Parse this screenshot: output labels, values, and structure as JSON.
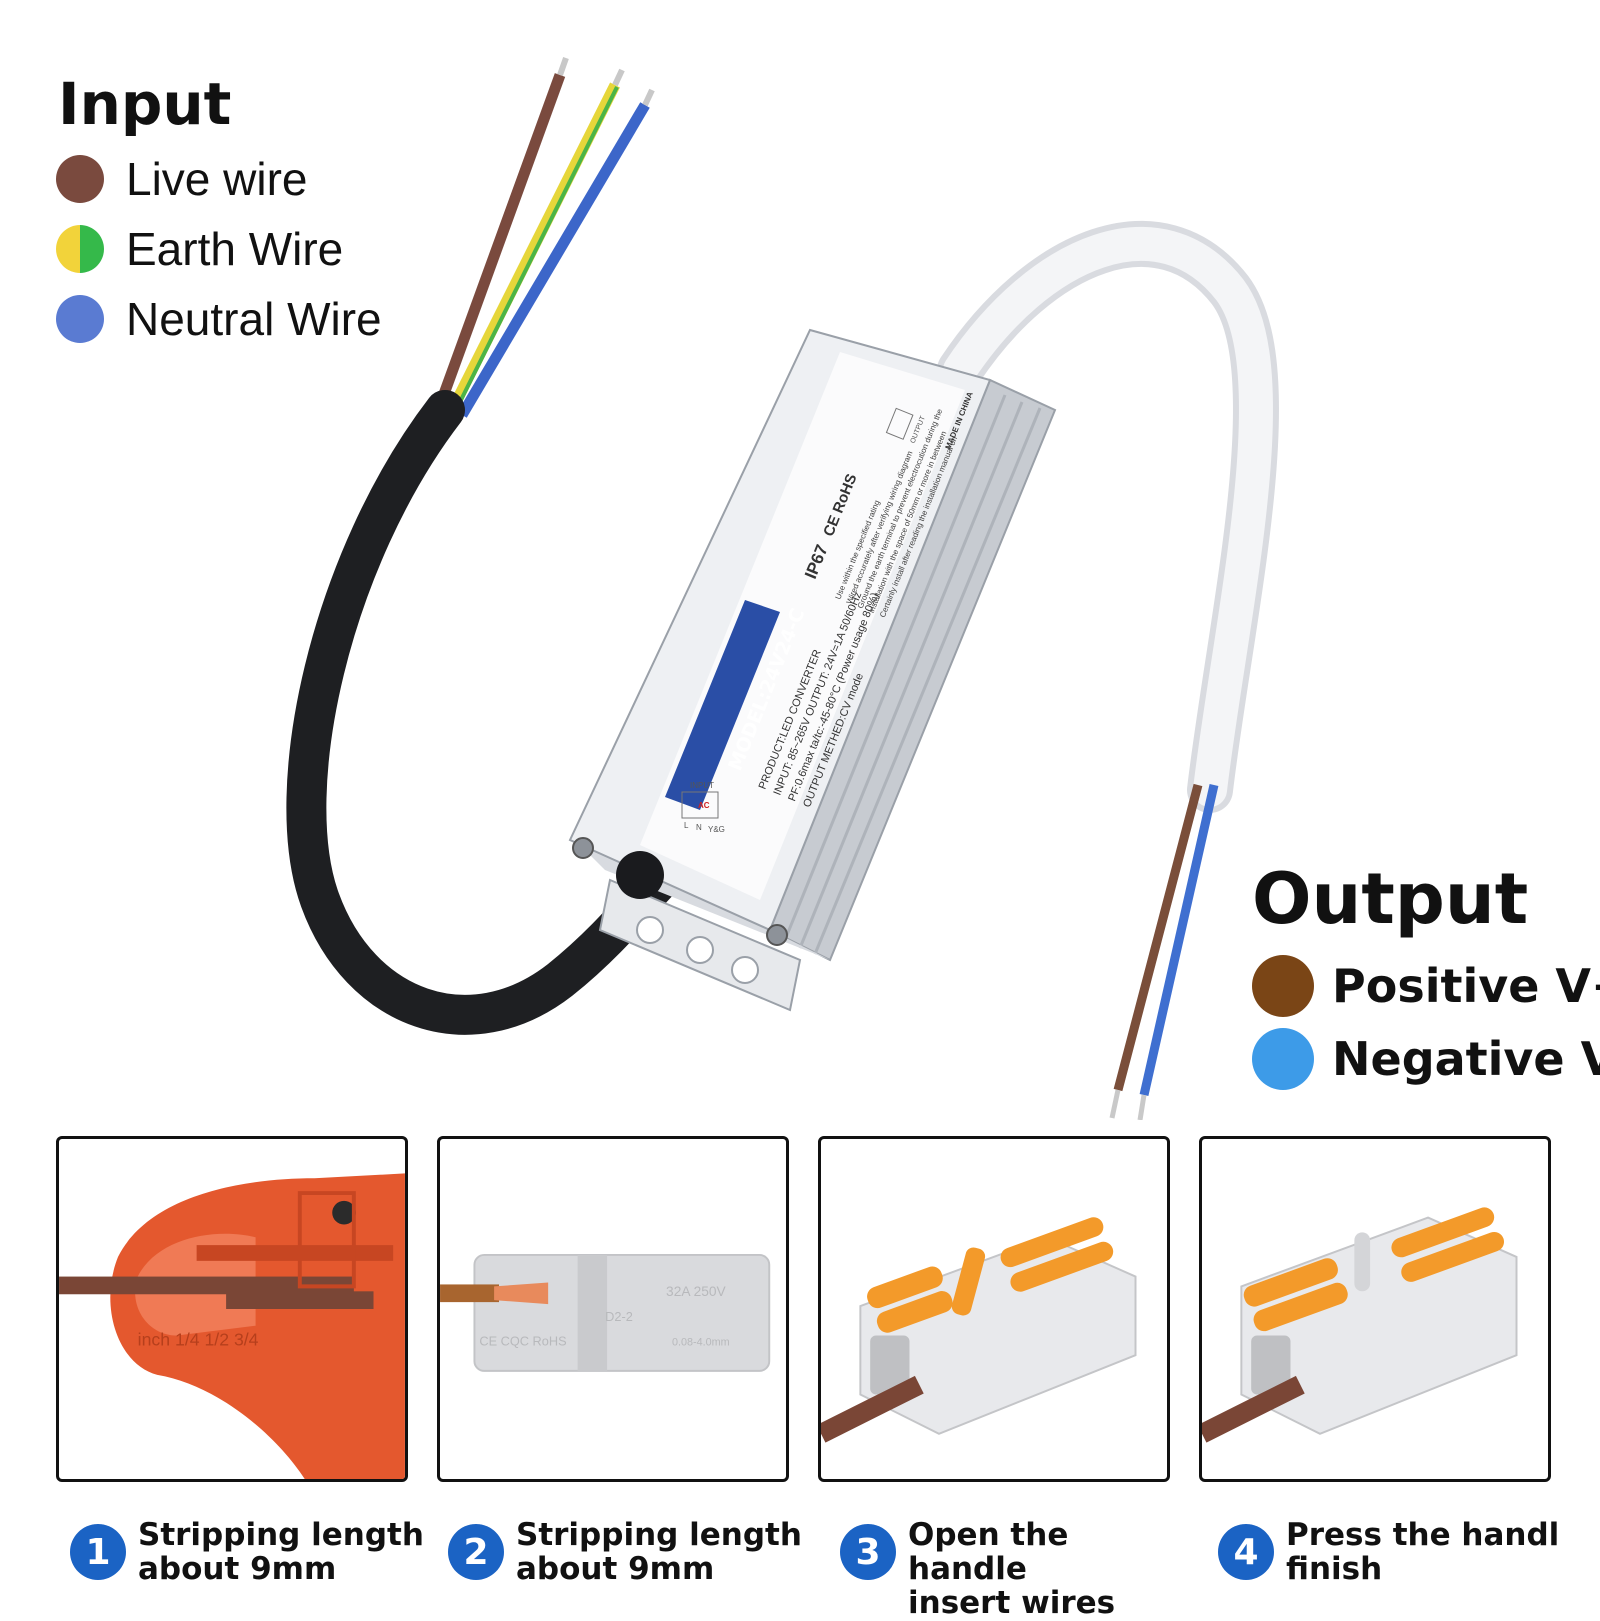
{
  "input": {
    "title": "Input",
    "items": [
      {
        "label": "Live wire",
        "color": "#7a4a3e"
      },
      {
        "label": "Earth Wire",
        "color_a": "#f2d33a",
        "color_b": "#35b94a"
      },
      {
        "label": "Neutral Wire",
        "color": "#5a7bd2"
      }
    ]
  },
  "output": {
    "title": "Output",
    "items": [
      {
        "label": "Positive V+",
        "color": "#7a4516"
      },
      {
        "label": "Negative V-",
        "color": "#3d9be8"
      }
    ]
  },
  "device": {
    "model": "MODEL:24V24-C",
    "product": "PRODUCT:LED CONVERTER",
    "input_spec": "INPUT: 85~265V  OUTPUT: 24V=1A  50/60Hz",
    "pf": "PF:0.6max ta/tc:-45-80°C  (Power usage 80%)",
    "method": "OUTPUT METHED:CV mode",
    "rating": "IP67",
    "certs": "CE RoHS",
    "made_in": "MADE IN CHINA",
    "input_label": "INPUT",
    "output_label": "OUTPUT",
    "ac": "AC",
    "terminal_l": "L",
    "terminal_n": "N",
    "terminal_yg": "Y&G",
    "notes": [
      "Use within the specified rating",
      "Wired accurately after verifying wiring diagram",
      "Ground the earth terminal to prevent electrocution during the",
      "installation with the space of 50mm or more in between",
      "Certainly install after reading the installation manual on"
    ]
  },
  "steps": [
    {
      "number": "1",
      "line1": "Stripping length",
      "line2": "about 9mm"
    },
    {
      "number": "2",
      "line1": "Stripping length",
      "line2": "about 9mm"
    },
    {
      "number": "3",
      "line1": "Open the handle",
      "line2": "insert wires"
    },
    {
      "number": "4",
      "line1": "Press the handl",
      "line2": "finish"
    }
  ],
  "panel_text": {
    "gauge": "inch 1/4  1/2  3/4",
    "connector_rating": "32A 250V",
    "connector_model": "D2-2",
    "connector_certs": "CE CQC RoHS",
    "connector_range": "0.08-4.0mm"
  }
}
